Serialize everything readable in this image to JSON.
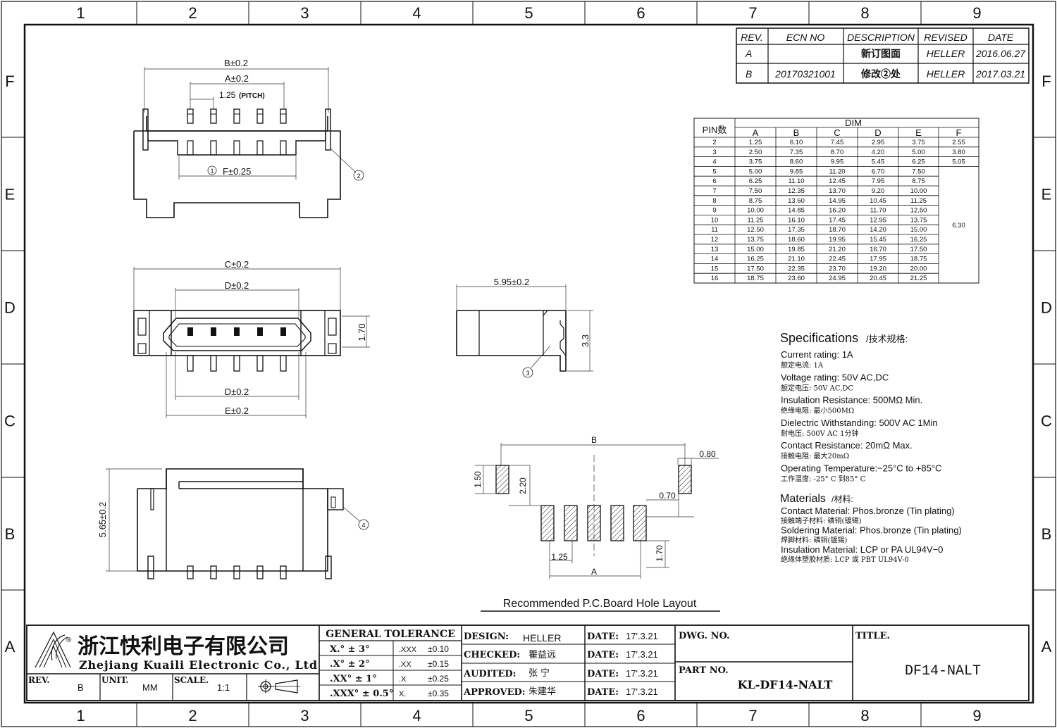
{
  "border": {
    "columns": [
      "1",
      "2",
      "3",
      "4",
      "5",
      "6",
      "7",
      "8",
      "9"
    ],
    "rows": [
      "F",
      "E",
      "D",
      "C",
      "B",
      "A"
    ]
  },
  "revision_table": {
    "headers": [
      "REV.",
      "ECN NO",
      "DESCRIPTION",
      "REVISED",
      "DATE"
    ],
    "rows": [
      [
        "A",
        "",
        "新订图面",
        "HELLER",
        "2016.06.27"
      ],
      [
        "B",
        "20170321001",
        "修改②处",
        "HELLER",
        "2017.03.21"
      ]
    ]
  },
  "dim_table": {
    "pin_header": "PIN数",
    "dim_header": "DIM",
    "columns": [
      "A",
      "B",
      "C",
      "D",
      "E",
      "F"
    ],
    "rows": [
      [
        "2",
        "1.25",
        "6.10",
        "7.45",
        "2.95",
        "3.75",
        "2.55"
      ],
      [
        "3",
        "2.50",
        "7.35",
        "8.70",
        "4.20",
        "5.00",
        "3.80"
      ],
      [
        "4",
        "3.75",
        "8.60",
        "9.95",
        "5.45",
        "6.25",
        "5.05"
      ],
      [
        "5",
        "5.00",
        "9.85",
        "11.20",
        "6.70",
        "7.50",
        ""
      ],
      [
        "6",
        "6.25",
        "11.10",
        "12.45",
        "7.95",
        "8.75",
        ""
      ],
      [
        "7",
        "7.50",
        "12.35",
        "13.70",
        "9.20",
        "10.00",
        ""
      ],
      [
        "8",
        "8.75",
        "13.60",
        "14.95",
        "10.45",
        "11.25",
        ""
      ],
      [
        "9",
        "10.00",
        "14.85",
        "16.20",
        "11.70",
        "12.50",
        ""
      ],
      [
        "10",
        "11.25",
        "16.10",
        "17.45",
        "12.95",
        "13.75",
        ""
      ],
      [
        "11",
        "12.50",
        "17.35",
        "18.70",
        "14.20",
        "15.00",
        ""
      ],
      [
        "12",
        "13.75",
        "18.60",
        "19.95",
        "15.45",
        "16.25",
        ""
      ],
      [
        "13",
        "15.00",
        "19.85",
        "21.20",
        "16.70",
        "17.50",
        ""
      ],
      [
        "14",
        "16.25",
        "21.10",
        "22.45",
        "17.95",
        "18.75",
        ""
      ],
      [
        "15",
        "17.50",
        "22.35",
        "23.70",
        "19.20",
        "20.00",
        ""
      ],
      [
        "16",
        "18.75",
        "23.60",
        "24.95",
        "20.45",
        "21.25",
        ""
      ]
    ],
    "f_merged_value": "6.30"
  },
  "specs": {
    "title": "Specifications",
    "title_cn": "/技术规格:",
    "items": [
      {
        "en": "Current rating: 1A",
        "cn": "额定电流: 1A"
      },
      {
        "en": "Voltage rating: 50V AC,DC",
        "cn": "额定电压: 50V AC,DC"
      },
      {
        "en": "Insulation Resistance: 500MΩ  Min.",
        "cn": "绝缘电阻: 最小500MΩ"
      },
      {
        "en": "Dielectric Withstanding:  500V AC  1Min",
        "cn": "耐电压: 500V AC   1分钟"
      },
      {
        "en": "Contact Resistance:  20mΩ  Max.",
        "cn": "接触电阻: 最大20mΩ"
      },
      {
        "en": "Operating Temperature:−25°C to +85°C",
        "cn": "工作温度: -25° C 到85° C"
      }
    ],
    "materials_title": "Materials",
    "materials_title_cn": "/材料:",
    "materials": [
      {
        "en": "Contact Material: Phos.bronze (Tin plating)",
        "cn": "接触端子材料: 磷铜(镀锡)"
      },
      {
        "en": "Soldering Material: Phos.bronze (Tin plating)",
        "cn": "焊脚材料: 磷铜(镀锡)"
      },
      {
        "en": "Insulation Material:  LCP or PA UL94V−0",
        "cn": "绝缘体塑胶材质: LCP 或 PBT UL94V-0"
      }
    ]
  },
  "dimensions": {
    "b": "B±0.2",
    "a": "A±0.2",
    "pitch_value": "1.25",
    "pitch_label": "(PITCH)",
    "f": "F±0.25",
    "note1": "1",
    "note2": "2",
    "note3": "3",
    "note4": "4",
    "c": "C±0.2",
    "d_top": "D±0.2",
    "h170": "1.70",
    "d_bottom": "D±0.2",
    "e": "E±0.2",
    "side_width": "5.95±0.2",
    "side_height": "3.3",
    "height_565": "5.65±0.2",
    "pcb_b": "B",
    "pcb_080": "0.80",
    "pcb_150": "1.50",
    "pcb_220": "2.20",
    "pcb_070": "0.70",
    "pcb_125": "1.25",
    "pcb_170": "1.70",
    "pcb_a": "A"
  },
  "pcb_caption": "Recommended P.C.Board Hole Layout",
  "title_block": {
    "company_cn": "浙江快利电子有限公司",
    "company_en": "Zhejiang Kuaili Electronic Co., Ltd",
    "registered": "®",
    "rev_label": "REV.",
    "rev_value": "B",
    "unit_label": "UNIT.",
    "unit_value": "MM",
    "scale_label": "SCALE.",
    "scale_value": "1:1",
    "tolerance_title": "GENERAL  TOLERANCE",
    "tolerances": [
      {
        "a": "X.° ± 3°",
        "b": ".XXX",
        "c": "±0.10"
      },
      {
        "a": ".X° ± 2°",
        "b": ".XX",
        "c": "±0.15"
      },
      {
        "a": ".XX° ± 1°",
        "b": ".X",
        "c": "±0.25"
      },
      {
        "a": ".XXX° ± 0.5°",
        "b": "X.",
        "c": "±0.35"
      }
    ],
    "design_label": "DESIGN:",
    "design_value": "HELLER",
    "checked_label": "CHECKED:",
    "checked_value": "瞿益远",
    "audited_label": "AUDITED:",
    "audited_value": "张  宁",
    "approved_label": "APPROVED:",
    "approved_value": "朱建华",
    "date_label": "DATE:",
    "date_value": "17'.3.21",
    "dwg_label": "DWG. NO.",
    "part_label": "PART NO.",
    "part_value": "KL-DF14-NALT",
    "title_label": "TITLE.",
    "title_value": "DF14-NALT"
  }
}
